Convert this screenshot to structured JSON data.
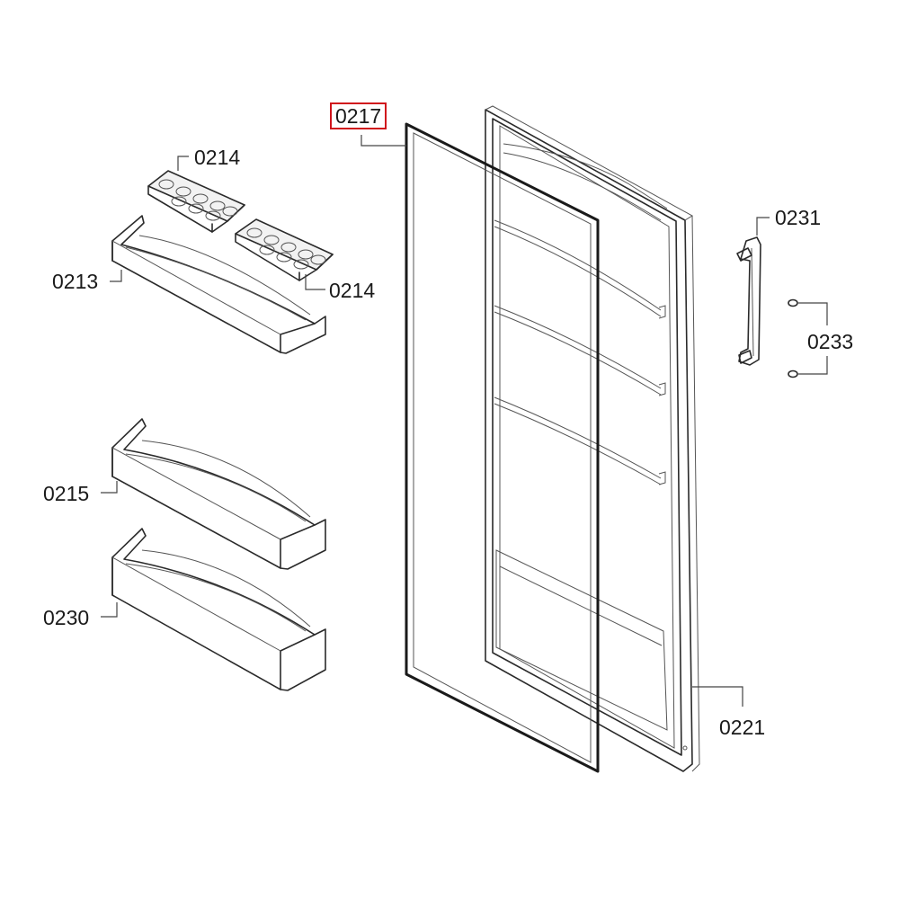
{
  "parts": {
    "p0214a": "0214",
    "p0214b": "0214",
    "p0213": "0213",
    "p0217": "0217",
    "p0231": "0231",
    "p0233": "0233",
    "p0215": "0215",
    "p0230": "0230",
    "p0221": "0221"
  },
  "highlight_color": "#d0141c"
}
